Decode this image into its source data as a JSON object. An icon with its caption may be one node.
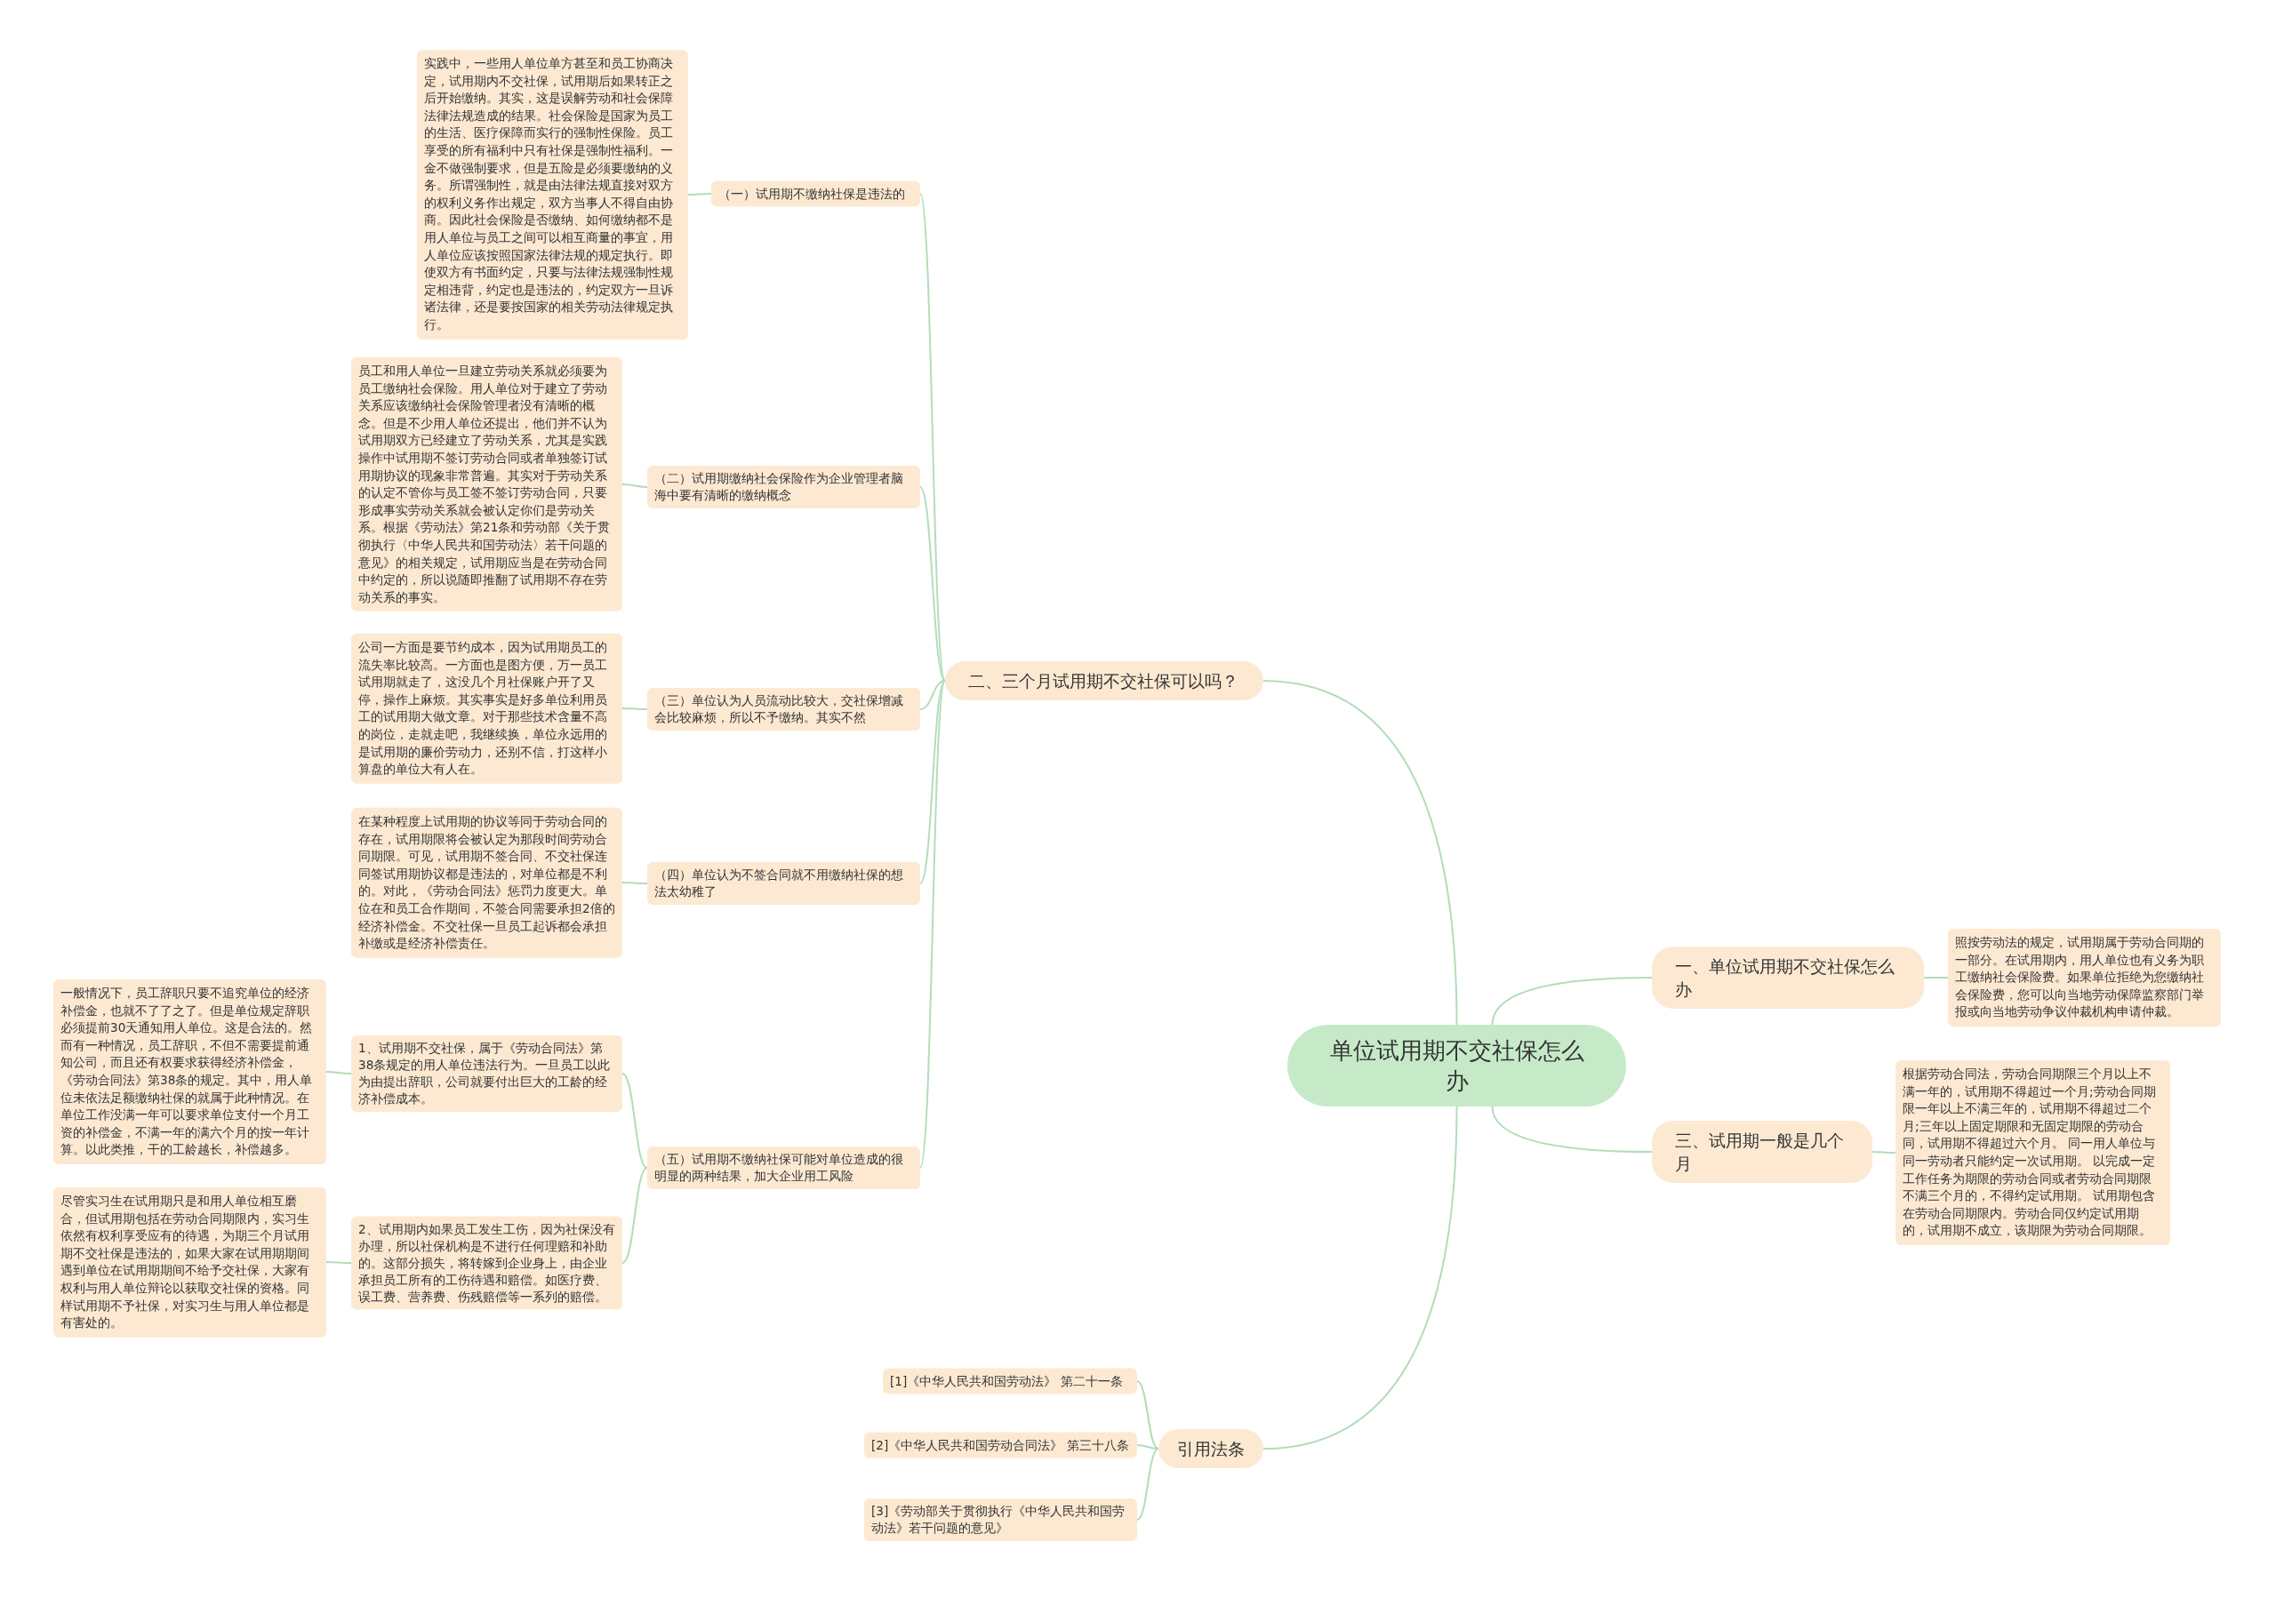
{
  "diagram": {
    "nodes": [
      {
        "text": [
          "单位试用期不交社保怎么办"
        ]
      },
      {
        "text": [
          "二、三个月试用期不交社保可以吗？"
        ]
      },
      {
        "text": [
          "（一）试用期不缴纳社保是违法的"
        ]
      },
      {
        "text": [
          "实践中，一些用人单位单方甚至和员工协商决定，试用期内不交社保，试用期后如果转正之后开始缴纳。其实，这是误解劳动和社会保障法律法规造成的结果。社会保险是国家为员工的生活、医疗保障而实行的强制性保险。员工享受的所有福利中只有社保是强制性福利。一金不做强制要求，但是五险是必须要缴纳的义务。所谓强制性，就是由法律法规直接对双方的权利义务作出规定，双方当事人不得自由协商。因此社会保险是否缴纳、如何缴纳都不是用人单位与员工之间可以相互商量的事宜，用人单位应该按照国家法律法规的规定执行。即使双方有书面约定，只要与法律法规强制性规定相违背，约定也是违法的，约定双方一旦诉诸法律，还是要按国家的相关劳动法律规定执行。"
        ]
      },
      {
        "text": [
          "（二）试用期缴纳社会保险作为企业管理者脑海中要有清晰的缴纳概念"
        ]
      },
      {
        "text": [
          "员工和用人单位一旦建立劳动关系就必须要为员工缴纳社会保险。用人单位对于建立了劳动关系应该缴纳社会保险管理者没有清晰的概念。但是不少用人单位还提出，他们并不认为试用期双方已经建立了劳动关系，尤其是实践操作中试用期不签订劳动合同或者单独签订试用期协议的现象非常普遍。其实对于劳动关系的认定不管你与员工签不签订劳动合同，只要形成事实劳动关系就会被认定你们是劳动关系。根据《劳动法》第21条和劳动部《关于贯彻执行〈中华人民共和国劳动法〉若干问题的意见》的相关规定，试用期应当是在劳动合同中约定的，所以说随即推翻了试用期不存在劳动关系的事实。"
        ]
      },
      {
        "text": [
          "（三）单位认为人员流动比较大，交社保增减会比较麻烦，所以不予缴纳。其实不然"
        ]
      },
      {
        "text": [
          "公司一方面是要节约成本，因为试用期员工的流失率比较高。一方面也是图方便，万一员工试用期就走了，这没几个月社保账户开了又停，操作上麻烦。其实事实是好多单位利用员工的试用期大做文章。对于那些技术含量不高的岗位，走就走吧，我继续换，单位永远用的是试用期的廉价劳动力，还别不信，打这样小算盘的单位大有人在。"
        ]
      },
      {
        "text": [
          "（四）单位认为不签合同就不用缴纳社保的想法太幼稚了"
        ]
      },
      {
        "text": [
          "在某种程度上试用期的协议等同于劳动合同的存在，试用期限将会被认定为那段时间劳动合同期限。可见，试用期不签合同、不交社保连同签试用期协议都是违法的，对单位都是不利的。对此，《劳动合同法》惩罚力度更大。单位在和员工合作期间，不签合同需要承担2倍的经济补偿金。不交社保一旦员工起诉都会承担补缴或是经济补偿责任。"
        ]
      },
      {
        "text": [
          "（五）试用期不缴纳社保可能对单位造成的很明显的两种结果，加大企业用工风险"
        ]
      },
      {
        "text": [
          "1、试用期不交社保，属于《劳动合同法》第38条规定的用人单位违法行为。一旦员工以此为由提出辞职，公司就要付出巨大的工龄的经济补偿成本。"
        ]
      },
      {
        "text": [
          "一般情况下，员工辞职只要不追究单位的经济补偿金，也就不了了之了。但是单位规定辞职必须提前30天通知用人单位。这是合法的。然而有一种情况，员工辞职，不但不需要提前通知公司，而且还有权要求获得经济补偿金，《劳动合同法》第38条的规定。其中，用人单位未依法足额缴纳社保的就属于此种情况。在单位工作没满一年可以要求单位支付一个月工资的补偿金，不满一年的满六个月的按一年计算。以此类推，干的工龄越长，补偿越多。"
        ]
      },
      {
        "text": [
          "2、试用期内如果员工发生工伤，因为社保没有办理，所以社保机构是不进行任何理赔和补助的。这部分损失，将转嫁到企业身上，由企业承担员工所有的工伤待遇和赔偿。如医疗费、误工费、营养费、伤残赔偿等一系列的赔偿。"
        ]
      },
      {
        "text": [
          "尽管实习生在试用期只是和用人单位相互磨合，但试用期包括在劳动合同期限内，实习生依然有权利享受应有的待遇，为期三个月试用期不交社保是违法的，如果大家在试用期期间遇到单位在试用期期间不给予交社保，大家有权利与用人单位辩论以获取交社保的资格。同样试用期不予社保，对实习生与用人单位都是有害处的。"
        ]
      },
      {
        "text": [
          "一、单位试用期不交社保怎么办"
        ]
      },
      {
        "text": [
          "照按劳动法的规定，试用期属于劳动合同期的一部分。在试用期内，用人单位也有义务为职工缴纳社会保险费。如果单位拒绝为您缴纳社会保险费，您可以向当地劳动保障监察部门举报或向当地劳动争议仲裁机构申请仲裁。"
        ]
      },
      {
        "text": [
          "三、试用期一般是几个月"
        ]
      },
      {
        "text": [
          "根据劳动合同法，劳动合同期限三个月以上不满一年的，试用期不得超过一个月;劳动合同期限一年以上不满三年的，试用期不得超过二个月;三年以上固定期限和无固定期限的劳动合同，试用期不得超过六个月。 同一用人单位与同一劳动者只能约定一次试用期。 以完成一定工作任务为期限的劳动合同或者劳动合同期限不满三个月的，不得约定试用期。 试用期包含在劳动合同期限内。劳动合同仅约定试用期的，试用期不成立，该期限为劳动合同期限。"
        ]
      },
      {
        "text": [
          "引用法条"
        ]
      },
      {
        "text": [
          "[1]《中华人民共和国劳动法》 第二十一条"
        ]
      },
      {
        "text": [
          "[2]《中华人民共和国劳动合同法》 第三十八条"
        ]
      },
      {
        "text": [
          "[3]《劳动部关于贯彻执行《中华人民共和国劳动法》若干问题的意见》"
        ]
      }
    ],
    "edges": [
      {
        "from": 0,
        "to": 1,
        "arrow": "none"
      },
      {
        "from": 1,
        "to": 2,
        "arrow": "none"
      },
      {
        "from": 2,
        "to": 3,
        "arrow": "none"
      },
      {
        "from": 1,
        "to": 4,
        "arrow": "none"
      },
      {
        "from": 4,
        "to": 5,
        "arrow": "none"
      },
      {
        "from": 1,
        "to": 6,
        "arrow": "none"
      },
      {
        "from": 6,
        "to": 7,
        "arrow": "none"
      },
      {
        "from": 1,
        "to": 8,
        "arrow": "none"
      },
      {
        "from": 8,
        "to": 9,
        "arrow": "none"
      },
      {
        "from": 1,
        "to": 10,
        "arrow": "none"
      },
      {
        "from": 10,
        "to": 11,
        "arrow": "none"
      },
      {
        "from": 11,
        "to": 12,
        "arrow": "none"
      },
      {
        "from": 10,
        "to": 13,
        "arrow": "none"
      },
      {
        "from": 13,
        "to": 14,
        "arrow": "none"
      },
      {
        "from": 0,
        "to": 15,
        "arrow": "none"
      },
      {
        "from": 15,
        "to": 16,
        "arrow": "none"
      },
      {
        "from": 0,
        "to": 17,
        "arrow": "none"
      },
      {
        "from": 17,
        "to": 18,
        "arrow": "none"
      },
      {
        "from": 0,
        "to": 19,
        "arrow": "none"
      },
      {
        "from": 19,
        "to": 20,
        "arrow": "none"
      },
      {
        "from": 19,
        "to": 21,
        "arrow": "none"
      },
      {
        "from": 19,
        "to": 22,
        "arrow": "none"
      }
    ]
  }
}
